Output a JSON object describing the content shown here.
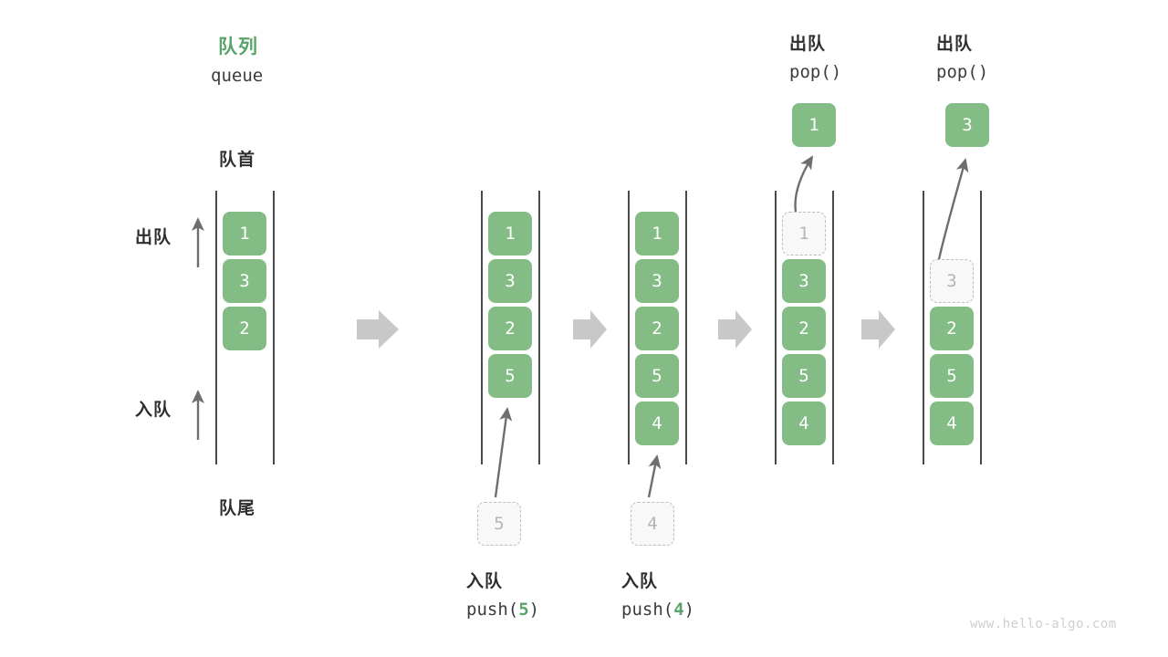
{
  "diagram": {
    "title_cn": "队列",
    "title_en": "queue",
    "front_label": "队首",
    "rear_label": "队尾",
    "dequeue_label": "出队",
    "enqueue_label": "入队",
    "watermark": "www.hello-algo.com",
    "colors": {
      "element": "#83bd85",
      "title_green": "#5aa469",
      "ghost_border": "#bdbdbd",
      "ghost_fill": "#f8f8f8",
      "rail": "#4a4a4a",
      "arrow": "#6e6e6e",
      "step_arrow": "#c8c8c8",
      "text": "#2e2e2e",
      "watermark": "#cfcfcf"
    }
  },
  "steps": [
    {
      "id": "state-initial",
      "op_cn": "",
      "op_code": "",
      "elements": [
        "1",
        "3",
        "2"
      ],
      "ghost_index": -1,
      "incoming": null,
      "popped": null
    },
    {
      "id": "state-push-5",
      "op_cn": "入队",
      "op_code_prefix": "push(",
      "op_code_num": "5",
      "op_code_suffix": ")",
      "elements": [
        "1",
        "3",
        "2",
        "5"
      ],
      "ghost_index": -1,
      "incoming": "5",
      "popped": null
    },
    {
      "id": "state-push-4",
      "op_cn": "入队",
      "op_code_prefix": "push(",
      "op_code_num": "4",
      "op_code_suffix": ")",
      "elements": [
        "1",
        "3",
        "2",
        "5",
        "4"
      ],
      "ghost_index": -1,
      "incoming": "4",
      "popped": null
    },
    {
      "id": "state-pop-1",
      "op_cn": "出队",
      "op_code_prefix": "pop(",
      "op_code_num": "",
      "op_code_suffix": ")",
      "elements": [
        "1",
        "3",
        "2",
        "5",
        "4"
      ],
      "ghost_index": 0,
      "incoming": null,
      "popped": "1"
    },
    {
      "id": "state-pop-3",
      "op_cn": "出队",
      "op_code_prefix": "pop(",
      "op_code_num": "",
      "op_code_suffix": ")",
      "elements": [
        "3",
        "2",
        "5",
        "4"
      ],
      "ghost_index": 0,
      "incoming": null,
      "popped": "3"
    }
  ],
  "step_arrows": [
    "step-arrow-1",
    "step-arrow-2",
    "step-arrow-3",
    "step-arrow-4"
  ]
}
